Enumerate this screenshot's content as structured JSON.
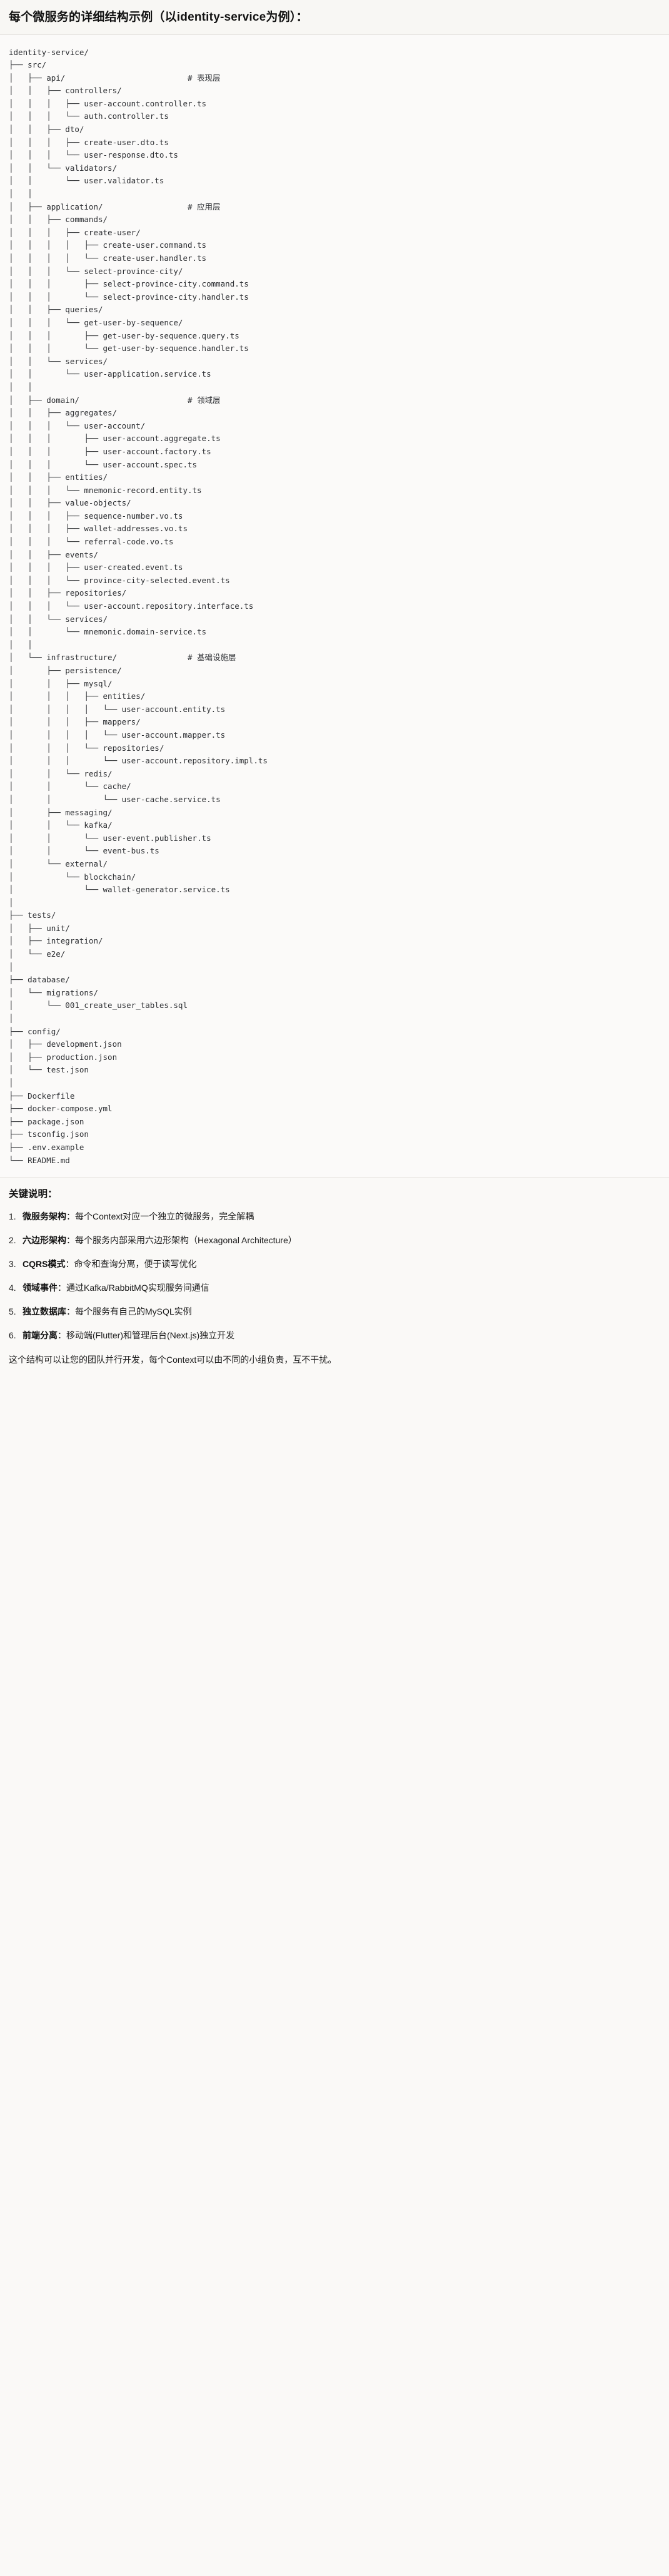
{
  "header": {
    "title": "每个微服务的详细结构示例（以identity-service为例）："
  },
  "tree": {
    "root": "identity-service/",
    "text": "identity-service/\n├── src/\n│   ├── api/                          # 表现层\n│   │   ├── controllers/\n│   │   │   ├── user-account.controller.ts\n│   │   │   └── auth.controller.ts\n│   │   ├── dto/\n│   │   │   ├── create-user.dto.ts\n│   │   │   └── user-response.dto.ts\n│   │   └── validators/\n│   │       └── user.validator.ts\n│   │\n│   ├── application/                  # 应用层\n│   │   ├── commands/\n│   │   │   ├── create-user/\n│   │   │   │   ├── create-user.command.ts\n│   │   │   │   └── create-user.handler.ts\n│   │   │   └── select-province-city/\n│   │   │       ├── select-province-city.command.ts\n│   │   │       └── select-province-city.handler.ts\n│   │   ├── queries/\n│   │   │   └── get-user-by-sequence/\n│   │   │       ├── get-user-by-sequence.query.ts\n│   │   │       └── get-user-by-sequence.handler.ts\n│   │   └── services/\n│   │       └── user-application.service.ts\n│   │\n│   ├── domain/                       # 领域层\n│   │   ├── aggregates/\n│   │   │   └── user-account/\n│   │   │       ├── user-account.aggregate.ts\n│   │   │       ├── user-account.factory.ts\n│   │   │       └── user-account.spec.ts\n│   │   ├── entities/\n│   │   │   └── mnemonic-record.entity.ts\n│   │   ├── value-objects/\n│   │   │   ├── sequence-number.vo.ts\n│   │   │   ├── wallet-addresses.vo.ts\n│   │   │   └── referral-code.vo.ts\n│   │   ├── events/\n│   │   │   ├── user-created.event.ts\n│   │   │   └── province-city-selected.event.ts\n│   │   ├── repositories/\n│   │   │   └── user-account.repository.interface.ts\n│   │   └── services/\n│   │       └── mnemonic.domain-service.ts\n│   │\n│   └── infrastructure/               # 基础设施层\n│       ├── persistence/\n│       │   ├── mysql/\n│       │   │   ├── entities/\n│       │   │   │   └── user-account.entity.ts\n│       │   │   ├── mappers/\n│       │   │   │   └── user-account.mapper.ts\n│       │   │   └── repositories/\n│       │   │       └── user-account.repository.impl.ts\n│       │   └── redis/\n│       │       └── cache/\n│       │           └── user-cache.service.ts\n│       ├── messaging/\n│       │   └── kafka/\n│       │       └── user-event.publisher.ts\n│       │       └── event-bus.ts\n│       └── external/\n│           └── blockchain/\n│               └── wallet-generator.service.ts\n│\n├── tests/\n│   ├── unit/\n│   ├── integration/\n│   └── e2e/\n│\n├── database/\n│   └── migrations/\n│       └── 001_create_user_tables.sql\n│\n├── config/\n│   ├── development.json\n│   ├── production.json\n│   └── test.json\n│\n├── Dockerfile\n├── docker-compose.yml\n├── package.json\n├── tsconfig.json\n├── .env.example\n└── README.md",
    "layer_comments": [
      {
        "path": "api/",
        "comment": "# 表现层"
      },
      {
        "path": "application/",
        "comment": "# 应用层"
      },
      {
        "path": "domain/",
        "comment": "# 领域层"
      },
      {
        "path": "infrastructure/",
        "comment": "# 基础设施层"
      }
    ]
  },
  "keys": {
    "title": "关键说明：",
    "items": [
      {
        "name": "微服务架构",
        "sep": "：",
        "desc": "每个Context对应一个独立的微服务，完全解耦"
      },
      {
        "name": "六边形架构",
        "sep": "：",
        "desc": "每个服务内部采用六边形架构（Hexagonal Architecture）"
      },
      {
        "name": "CQRS模式",
        "sep": "：",
        "desc": "命令和查询分离，便于读写优化"
      },
      {
        "name": "领域事件",
        "sep": "：",
        "desc": "通过Kafka/RabbitMQ实现服务间通信"
      },
      {
        "name": "独立数据库",
        "sep": "：",
        "desc": "每个服务有自己的MySQL实例"
      },
      {
        "name": "前端分离",
        "sep": "：",
        "desc": "移动端(Flutter)和管理后台(Next.js)独立开发"
      }
    ],
    "closing": "这个结构可以让您的团队并行开发，每个Context可以由不同的小组负责，互不干扰。"
  }
}
